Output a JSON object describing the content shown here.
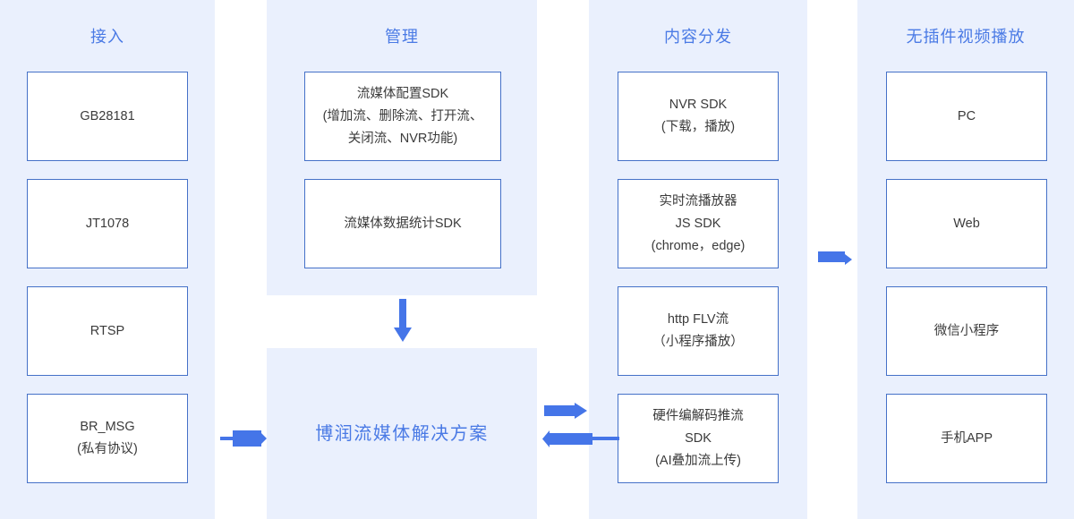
{
  "diagram": {
    "accent_color": "#4a7ae5",
    "band_color": "#eaf0fd",
    "box_border_color": "#4571c8",
    "box_fill_color": "#ffffff",
    "arrow_color": "#4575e8",
    "center": {
      "title": "博润流媒体解决方案"
    },
    "columns": [
      {
        "title": "接入",
        "nodes": [
          {
            "lines": [
              "GB28181"
            ]
          },
          {
            "lines": [
              "JT1078"
            ]
          },
          {
            "lines": [
              "RTSP"
            ]
          },
          {
            "lines": [
              "BR_MSG",
              "(私有协议)"
            ]
          }
        ]
      },
      {
        "title": "管理",
        "nodes": [
          {
            "lines": [
              "流媒体配置SDK",
              "(增加流、删除流、打开流、",
              "关闭流、NVR功能)"
            ]
          },
          {
            "lines": [
              "流媒体数据统计SDK"
            ]
          }
        ]
      },
      {
        "title": "内容分发",
        "nodes": [
          {
            "lines": [
              "NVR SDK",
              "(下载，播放)"
            ]
          },
          {
            "lines": [
              "实时流播放器",
              "JS SDK",
              "(chrome，edge)"
            ]
          },
          {
            "lines": [
              "http FLV流",
              "（小程序播放）"
            ]
          },
          {
            "lines": [
              "硬件编解码推流",
              "SDK",
              "(AI叠加流上传)"
            ]
          }
        ]
      },
      {
        "title": "无插件视频播放",
        "nodes": [
          {
            "lines": [
              "PC"
            ]
          },
          {
            "lines": [
              "Web"
            ]
          },
          {
            "lines": [
              "微信小程序"
            ]
          },
          {
            "lines": [
              "手机APP"
            ]
          }
        ]
      }
    ],
    "arrows": [
      {
        "name": "arrow-access-to-center",
        "direction": "right"
      },
      {
        "name": "arrow-management-to-center",
        "direction": "down"
      },
      {
        "name": "arrow-center-to-distribution",
        "direction": "right"
      },
      {
        "name": "arrow-distribution-to-center",
        "direction": "left"
      },
      {
        "name": "arrow-distribution-to-playback",
        "direction": "right"
      }
    ]
  }
}
